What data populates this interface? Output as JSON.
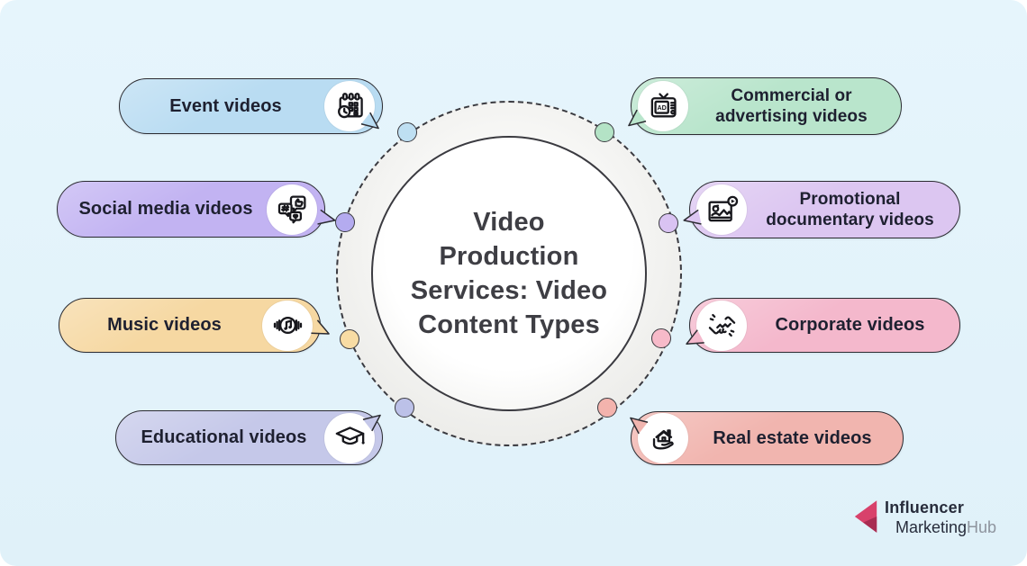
{
  "canvas": {
    "background_color": "#e3f3fa",
    "outline_color": "#2b2b31"
  },
  "center": {
    "title": "Video Production Services: Video Content Types",
    "title_lines": [
      "Video",
      "Production",
      "Services: Video",
      "Content Types"
    ]
  },
  "pills": [
    {
      "id": "event-videos",
      "label": "Event videos",
      "side": "left",
      "color": "#b9dcf2",
      "dot_color": "#bedff2",
      "icon": "calendar-clock-icon"
    },
    {
      "id": "social-media-videos",
      "label": "Social media videos",
      "side": "left",
      "color": "#c2b3f2",
      "dot_color": "#b4abef",
      "icon": "social-engagement-bubbles-icon"
    },
    {
      "id": "music-videos",
      "label": "Music videos",
      "side": "left",
      "color": "#f6d8a2",
      "dot_color": "#f8dca4",
      "icon": "music-note-soundwave-icon"
    },
    {
      "id": "educational-videos",
      "label": "Educational videos",
      "side": "left",
      "color": "#c5c8e9",
      "dot_color": "#bcc1e8",
      "icon": "graduation-cap-icon"
    },
    {
      "id": "commercial-advertising-videos",
      "label": "Commercial or advertising videos",
      "label_lines": [
        "Commercial or",
        "advertising videos"
      ],
      "side": "right",
      "color": "#b9e5cc",
      "dot_color": "#b4e3c6",
      "icon": "tv-ad-icon"
    },
    {
      "id": "promotional-documentary-videos",
      "label": "Promotional documentary videos",
      "label_lines": [
        "Promotional",
        "documentary videos"
      ],
      "side": "right",
      "color": "#dcc6f1",
      "dot_color": "#d9c3f2",
      "icon": "documentary-film-icon"
    },
    {
      "id": "corporate-videos",
      "label": "Corporate videos",
      "side": "right",
      "color": "#f4b8cc",
      "dot_color": "#f7bac9",
      "icon": "handshake-icon"
    },
    {
      "id": "real-estate-videos",
      "label": "Real estate videos",
      "side": "right",
      "color": "#f1b5af",
      "dot_color": "#f3b3ad",
      "icon": "house-in-hand-icon"
    }
  ],
  "logo": {
    "word1": "Influencer",
    "word2": "Marketing",
    "word3": "Hub",
    "accent_color": "#d8416b",
    "accent_dark_color": "#a82c52"
  }
}
